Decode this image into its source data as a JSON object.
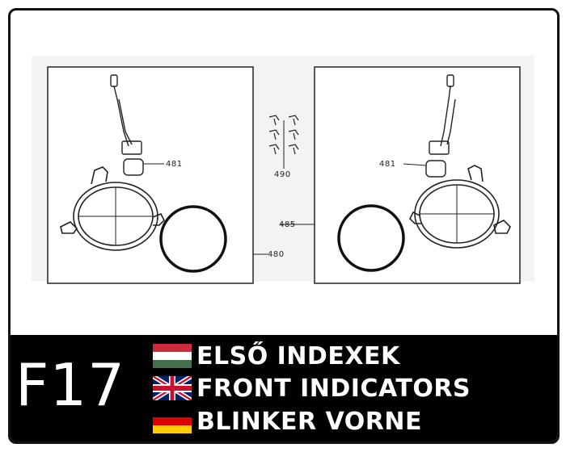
{
  "diagram": {
    "callouts": {
      "left_bulb": "481",
      "left_assembly": "480",
      "screws": "490",
      "right_bulb": "481",
      "right_assembly": "485"
    }
  },
  "banner": {
    "code": "F17",
    "languages": [
      {
        "flag": "hungary-flag-icon",
        "text": "ELSŐ INDEXEK"
      },
      {
        "flag": "uk-flag-icon",
        "text": "FRONT INDICATORS"
      },
      {
        "flag": "germany-flag-icon",
        "text": "BLINKER VORNE"
      }
    ]
  }
}
